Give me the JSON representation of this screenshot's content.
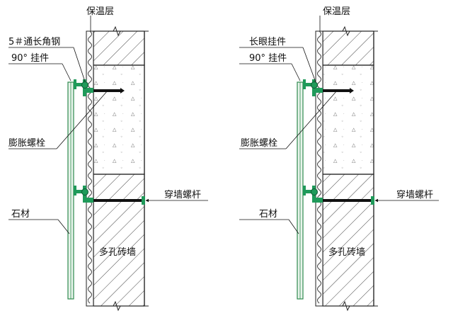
{
  "left_panel": {
    "insulation_label": "保温层",
    "angle_steel_label": "5＃通长角钢",
    "hanger_label": "90° 挂件",
    "anchor_bolt_label": "膨胀螺栓",
    "stone_label": "石材",
    "through_bolt_label": "穿墙螺杆",
    "wall_label": "多孔砖墙"
  },
  "right_panel": {
    "insulation_label": "保温层",
    "slot_hanger_label": "长眼挂件",
    "hanger_label": "90° 挂件",
    "anchor_bolt_label": "膨胀螺栓",
    "stone_label": "石材",
    "through_bolt_label": "穿墙螺杆",
    "wall_label": "多孔砖墙"
  },
  "colors": {
    "line": "#1a1a1a",
    "bracket": "#1f9a5a",
    "stone": "#2e8a4e",
    "leader": "#4b7fc0"
  }
}
